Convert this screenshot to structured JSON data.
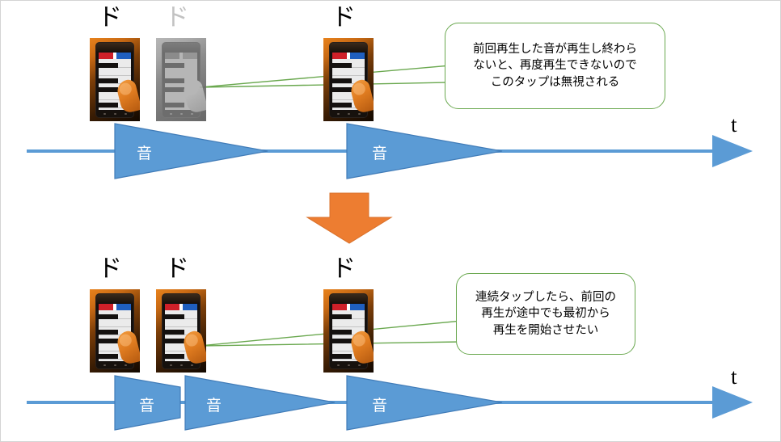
{
  "diagram": {
    "title_hidden": true,
    "colors": {
      "sound_blue": "#5B9BD5",
      "sound_blue_edge": "#417CB8",
      "arrow_orange": "#ED7D31",
      "callout_green": "#6AA84F",
      "axis_blue": "#5B9BD5",
      "dim_gray": "#C2C2C2",
      "canvas_border": "#D4D4D4"
    },
    "axis_label": "t",
    "sound_label": "音",
    "tap_label": "ド"
  },
  "top_scenario": {
    "taps": [
      {
        "label": "ド",
        "state": "active"
      },
      {
        "label": "ド",
        "state": "ignored"
      },
      {
        "label": "ド",
        "state": "active"
      }
    ],
    "sounds": [
      {
        "label": "音",
        "truncated": false
      },
      {
        "label": "音",
        "truncated": false
      }
    ],
    "callout": {
      "text": "前回再生した音が再生し終わら\nないと、再度再生できないので\nこのタップは無視される",
      "lines": [
        "前回再生した音が再生し終わら",
        "ないと、再度再生できないので",
        "このタップは無視される"
      ]
    }
  },
  "bottom_scenario": {
    "taps": [
      {
        "label": "ド",
        "state": "active"
      },
      {
        "label": "ド",
        "state": "active"
      },
      {
        "label": "ド",
        "state": "active"
      }
    ],
    "sounds": [
      {
        "label": "音",
        "truncated": true
      },
      {
        "label": "音",
        "truncated": false
      },
      {
        "label": "音",
        "truncated": false
      }
    ],
    "callout": {
      "text": "連続タップしたら、前回の\n再生が途中でも最初から\n再生を開始させたい",
      "lines": [
        "連続タップしたら、前回の",
        "再生が途中でも最初から",
        "再生を開始させたい"
      ]
    }
  },
  "transition": {
    "icon": "down-arrow-icon",
    "color": "#ED7D31"
  }
}
